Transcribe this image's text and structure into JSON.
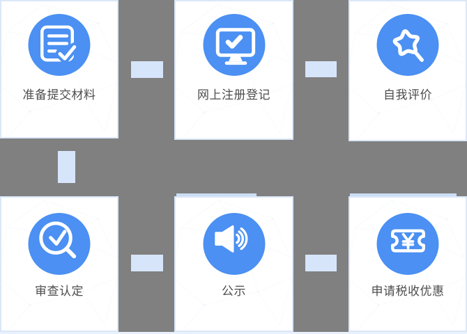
{
  "steps": [
    {
      "label": "准备提交材料",
      "icon": "document-check-icon"
    },
    {
      "label": "网上注册登记",
      "icon": "monitor-check-icon"
    },
    {
      "label": "自我评价",
      "icon": "star-magnifier-icon"
    },
    {
      "label": "审查认定",
      "icon": "magnifier-check-icon"
    },
    {
      "label": "公示",
      "icon": "speaker-icon"
    },
    {
      "label": "申请税收优惠",
      "icon": "ticket-yuan-icon"
    }
  ],
  "colors": {
    "background": "#808080",
    "card_background": "#FFFFFF",
    "icon_circle": "#4B90F2",
    "connector": "#D7E5FB",
    "label_text": "#4D4D4D"
  }
}
